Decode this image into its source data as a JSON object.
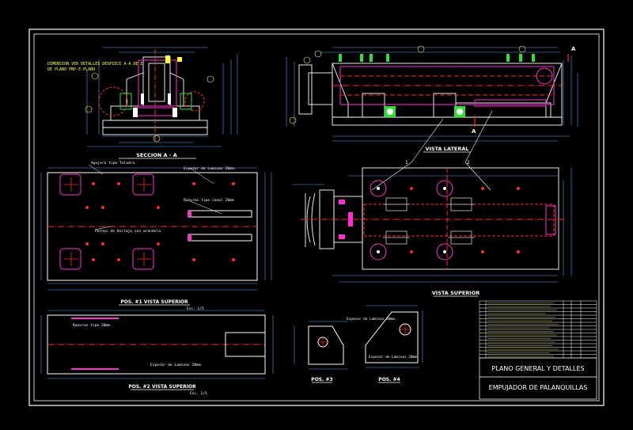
{
  "colors": {
    "background": "#000000",
    "frame": "#ffffff",
    "geometry": "#ffffff",
    "dimensions": "#4aa3ff",
    "hidden_lines": "#ff2a2a",
    "magenta": "#ff2fd0",
    "green": "#2fe02f",
    "yellow": "#ffff40",
    "text": "#ffffff"
  },
  "views": {
    "section_aa": {
      "label": "SECCION A - A",
      "note_line1": "DIMENSION VER DETALLES DESPIECE A-A DE E",
      "note_line2": "DE PLANO PNP-E-PLANO"
    },
    "lateral": {
      "label": "VISTA LATERAL"
    },
    "superior": {
      "label": "VISTA SUPERIOR"
    },
    "pos1": {
      "label": "POS. #1 VISTA SUPERIOR",
      "scale": "Esc. 1/5",
      "note_top1": "Agujero tipo Taladro",
      "note_top2": "Espesor de Laminas 20mm.",
      "note_mid": "Pernos de Anclaje con arandela",
      "note_slot": "Ranuras tipo canal 20mm"
    },
    "pos2": {
      "label": "POS. #2 VISTA SUPERIOR",
      "scale": "Esc. 1/5",
      "note1": "Ranuras tipo 20mm",
      "note2": "Espesor de Laminas 20mm."
    },
    "pos3": {
      "label": "POS. #3"
    },
    "pos4": {
      "label": "POS. #4",
      "note1": "Espesor de Laminas 20mm.",
      "note2": "Espesor de Laminas 20mm."
    }
  },
  "balloons": [
    "1",
    "2"
  ],
  "section_marker": "A",
  "title_block": {
    "title": "PLANO GENERAL Y DETALLES",
    "subtitle": "EMPUJADOR DE PALANQUILLAS"
  }
}
